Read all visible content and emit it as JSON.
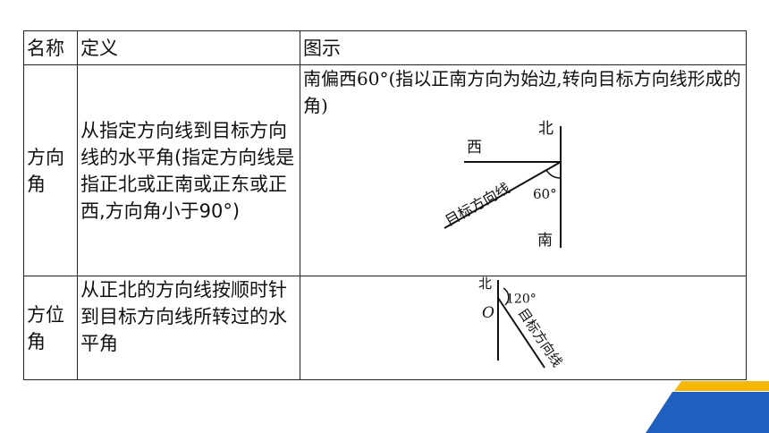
{
  "table": {
    "header": {
      "name": "名称",
      "definition": "定义",
      "figure": "图示"
    },
    "rows": [
      {
        "name": "方向角",
        "definition": "从指定方向线到目标方向线的水平角(指定方向线是指正北或正南或正东或正西,方向角小于90°)",
        "figure_caption": "南偏西60°(指以正南方向为始边,转向目标方向线形成的角)",
        "diagram": {
          "north": "北",
          "west": "西",
          "south": "南",
          "angle": "60°",
          "target_line": "目标方向线"
        }
      },
      {
        "name": "方位角",
        "definition": "从正北的方向线按顺时针到目标方向线所转过的水平角",
        "diagram": {
          "north": "北",
          "origin": "O",
          "angle": "120°",
          "target_line": "目标方向线"
        }
      }
    ]
  },
  "decoration": {
    "colors": {
      "yellow": "#f5b800",
      "blue": "#1f5fbf"
    }
  }
}
